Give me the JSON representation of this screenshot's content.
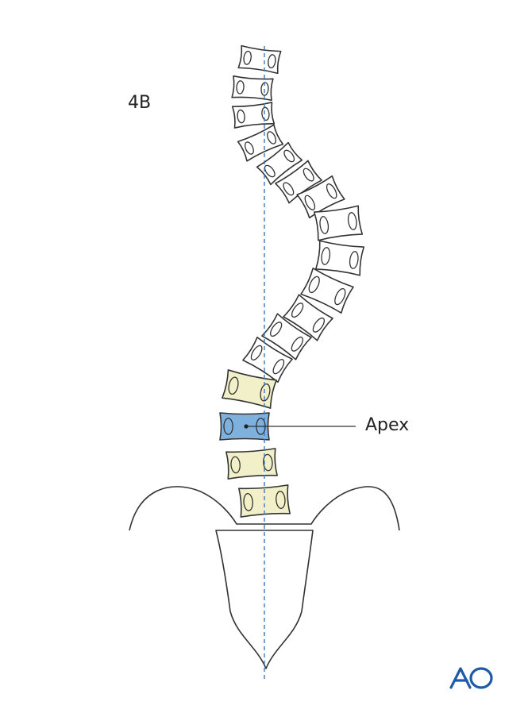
{
  "figure_label": "4B",
  "apex_label": "Apex",
  "logo_text": "AO",
  "colors": {
    "outline": "#333333",
    "plain_fill": "#ffffff",
    "highlight_fill": "#f2f0c8",
    "apex_fill": "#7fb1de",
    "midline": "#3a78c2",
    "logo": "#1f5aa8"
  },
  "vertebrae": [
    {
      "name": "vertebra-1",
      "role": "plain"
    },
    {
      "name": "vertebra-2",
      "role": "plain"
    },
    {
      "name": "vertebra-3",
      "role": "plain"
    },
    {
      "name": "vertebra-4",
      "role": "plain"
    },
    {
      "name": "vertebra-5",
      "role": "plain"
    },
    {
      "name": "vertebra-6",
      "role": "plain"
    },
    {
      "name": "vertebra-7",
      "role": "plain"
    },
    {
      "name": "vertebra-8",
      "role": "plain"
    },
    {
      "name": "vertebra-9",
      "role": "plain"
    },
    {
      "name": "vertebra-10",
      "role": "plain"
    },
    {
      "name": "vertebra-11",
      "role": "plain"
    },
    {
      "name": "vertebra-12",
      "role": "plain"
    },
    {
      "name": "vertebra-13",
      "role": "plain"
    },
    {
      "name": "vertebra-14",
      "role": "highlight"
    },
    {
      "name": "vertebra-15",
      "role": "apex"
    },
    {
      "name": "vertebra-16",
      "role": "highlight"
    },
    {
      "name": "vertebra-17",
      "role": "highlight"
    }
  ]
}
